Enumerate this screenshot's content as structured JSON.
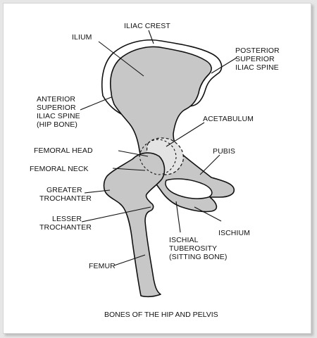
{
  "figure": {
    "caption": "BONES OF THE HIP AND PELVIS",
    "colors": {
      "bone_fill": "#c7c7c7",
      "cartilage_fill": "#e3e3e3",
      "outline": "#111111",
      "background": "#ffffff"
    },
    "labels": {
      "iliac_crest": "ILIAC CREST",
      "ilium": "ILIUM",
      "psis": [
        "POSTERIOR",
        "SUPERIOR",
        "ILIAC SPINE"
      ],
      "asis": [
        "ANTERIOR",
        "SUPERIOR",
        "ILIAC SPINE",
        "(HIP BONE)"
      ],
      "acetabulum": "ACETABULUM",
      "femoral_head": "FEMORAL HEAD",
      "pubis": "PUBIS",
      "femoral_neck": "FEMORAL NECK",
      "greater_trochanter": [
        "GREATER",
        "TROCHANTER"
      ],
      "lesser_trochanter": [
        "LESSER",
        "TROCHANTER"
      ],
      "ischium": "ISCHIUM",
      "ischial_tuberosity": [
        "ISCHIAL",
        "TUBEROSITY",
        "(SITTING BONE)"
      ],
      "femur": "FEMUR"
    }
  }
}
